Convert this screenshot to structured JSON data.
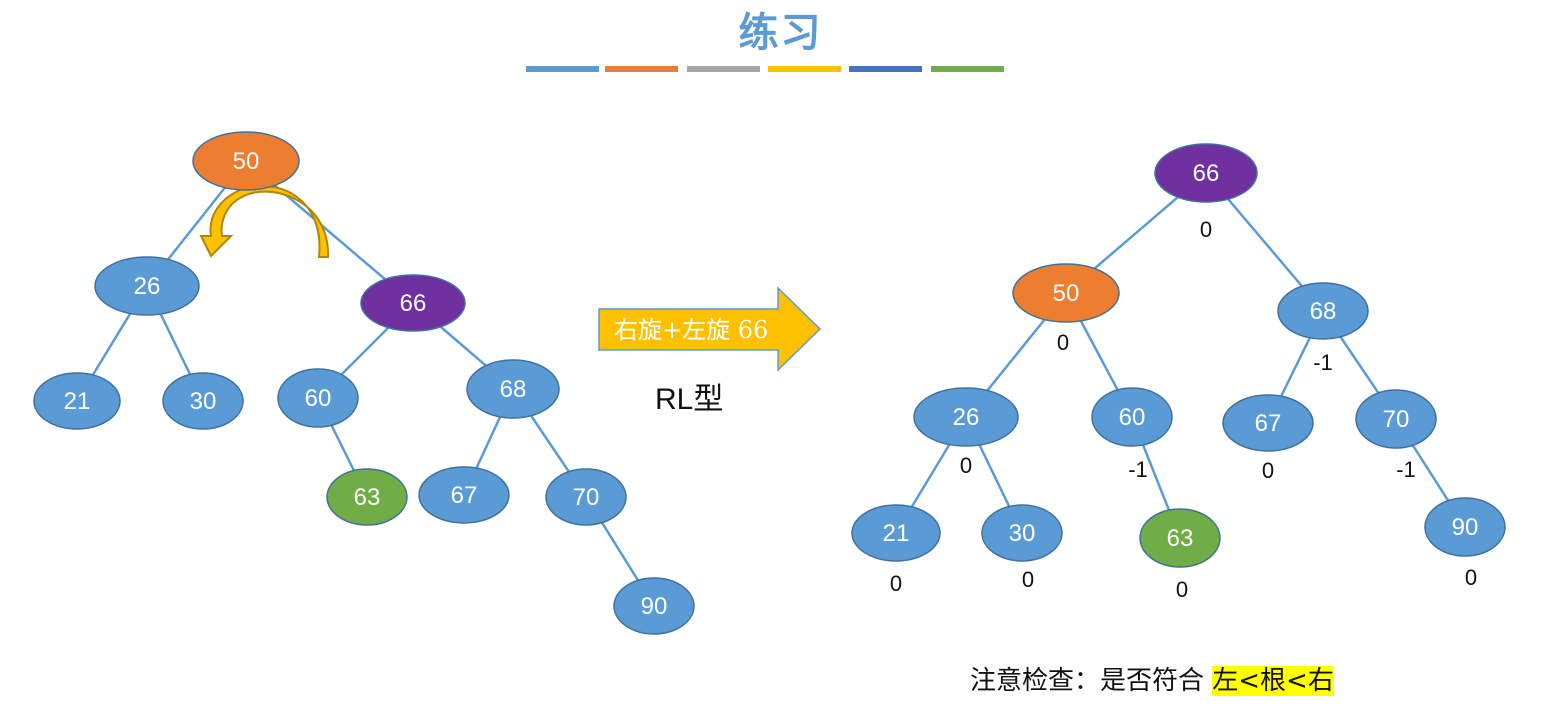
{
  "title": "练习",
  "color_bar": [
    "#5b9bd5",
    "#ed7d31",
    "#a5a5a5",
    "#ffc000",
    "#4472c4",
    "#70ad47"
  ],
  "colors": {
    "blue": "#5b9bd5",
    "orange": "#ed7d31",
    "purple": "#7030a0",
    "green": "#70ad47",
    "edge": "#5b9bd5",
    "node_border": "#41719c",
    "arrow_fill": "#ffc000"
  },
  "left_tree": {
    "nodes": [
      {
        "id": "n50",
        "label": "50",
        "color": "orange"
      },
      {
        "id": "n26",
        "label": "26",
        "color": "blue"
      },
      {
        "id": "n66",
        "label": "66",
        "color": "purple"
      },
      {
        "id": "n21",
        "label": "21",
        "color": "blue"
      },
      {
        "id": "n30",
        "label": "30",
        "color": "blue"
      },
      {
        "id": "n60",
        "label": "60",
        "color": "blue"
      },
      {
        "id": "n68",
        "label": "68",
        "color": "blue"
      },
      {
        "id": "n63",
        "label": "63",
        "color": "green"
      },
      {
        "id": "n67",
        "label": "67",
        "color": "blue"
      },
      {
        "id": "n70",
        "label": "70",
        "color": "blue"
      },
      {
        "id": "n90",
        "label": "90",
        "color": "blue"
      }
    ],
    "edges": [
      [
        "n50",
        "n26"
      ],
      [
        "n50",
        "n66"
      ],
      [
        "n26",
        "n21"
      ],
      [
        "n26",
        "n30"
      ],
      [
        "n66",
        "n60"
      ],
      [
        "n66",
        "n68"
      ],
      [
        "n60",
        "n63"
      ],
      [
        "n68",
        "n67"
      ],
      [
        "n68",
        "n70"
      ],
      [
        "n70",
        "n90"
      ]
    ],
    "rotation_icon": "curved-rotate-left-arrow-icon"
  },
  "transform": {
    "label": "右旋+左旋 66",
    "type": "RL型"
  },
  "right_tree": {
    "nodes": [
      {
        "id": "m66",
        "label": "66",
        "color": "purple",
        "balance": "0"
      },
      {
        "id": "m50",
        "label": "50",
        "color": "orange",
        "balance": "0"
      },
      {
        "id": "m68",
        "label": "68",
        "color": "blue",
        "balance": "-1"
      },
      {
        "id": "m26",
        "label": "26",
        "color": "blue",
        "balance": "0"
      },
      {
        "id": "m60",
        "label": "60",
        "color": "blue",
        "balance": "-1"
      },
      {
        "id": "m67",
        "label": "67",
        "color": "blue",
        "balance": "0"
      },
      {
        "id": "m70",
        "label": "70",
        "color": "blue",
        "balance": "-1"
      },
      {
        "id": "m21",
        "label": "21",
        "color": "blue",
        "balance": "0"
      },
      {
        "id": "m30",
        "label": "30",
        "color": "blue",
        "balance": "0"
      },
      {
        "id": "m63",
        "label": "63",
        "color": "green",
        "balance": "0"
      },
      {
        "id": "m90",
        "label": "90",
        "color": "blue",
        "balance": "0"
      }
    ],
    "edges": [
      [
        "m66",
        "m50"
      ],
      [
        "m66",
        "m68"
      ],
      [
        "m50",
        "m26"
      ],
      [
        "m50",
        "m60"
      ],
      [
        "m68",
        "m67"
      ],
      [
        "m68",
        "m70"
      ],
      [
        "m26",
        "m21"
      ],
      [
        "m26",
        "m30"
      ],
      [
        "m60",
        "m63"
      ],
      [
        "m70",
        "m90"
      ]
    ]
  },
  "note": {
    "prefix": "注意检查：是否符合 ",
    "highlight": "左<根<右"
  }
}
